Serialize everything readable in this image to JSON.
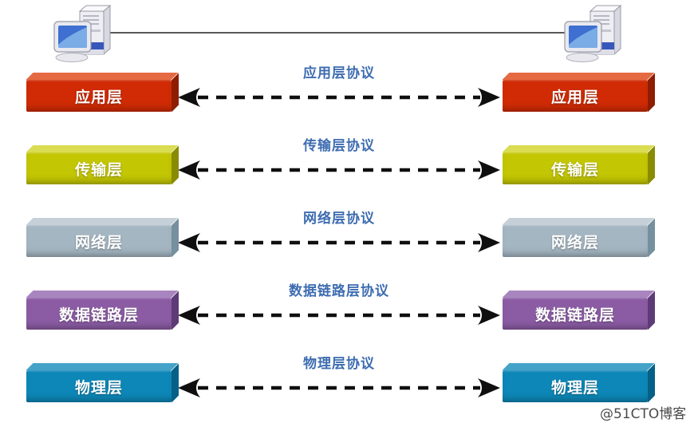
{
  "diagram": {
    "description_visible_text_only": true,
    "watermark": "@51CTO博客",
    "colors": {
      "protocol_label": "#3d6cb0",
      "arrow": "#0f0f0f",
      "link_line": "#58585a",
      "box_text": "#ffffff",
      "background": "#ffffff"
    },
    "icons": {
      "left_endpoint": "computer-icon",
      "right_endpoint": "computer-icon"
    },
    "layers": [
      {
        "label": "应用层",
        "protocol": "应用层协议",
        "colors": {
          "face": "#d02b05",
          "top": "#e56a43",
          "side": "#8e1d02"
        }
      },
      {
        "label": "传输层",
        "protocol": "传输层协议",
        "colors": {
          "face": "#c3c603",
          "top": "#dadc52",
          "side": "#898b00"
        }
      },
      {
        "label": "网络层",
        "protocol": "网络层协议",
        "colors": {
          "face": "#a4b6c2",
          "top": "#c6d0d8",
          "side": "#75909f"
        }
      },
      {
        "label": "数据链路层",
        "protocol": "数据链路层协议",
        "colors": {
          "face": "#8b5ca4",
          "top": "#a985c0",
          "side": "#5e3a77"
        }
      },
      {
        "label": "物理层",
        "protocol": "物理层协议",
        "colors": {
          "face": "#0d87b7",
          "top": "#45a2c8",
          "side": "#056087"
        }
      }
    ]
  }
}
